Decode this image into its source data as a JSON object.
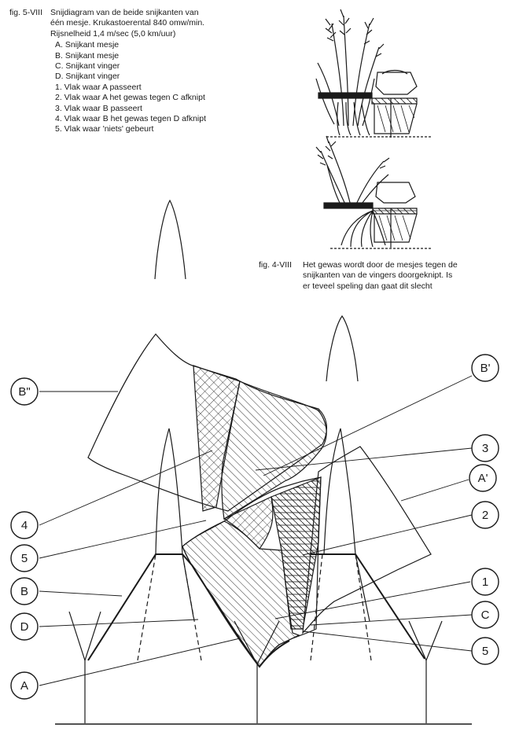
{
  "legend": {
    "figure_number": "fig. 5-VIII",
    "lines": [
      "Snijdiagram van de beide snijkanten van",
      "één mesje. Krukastoerental 840 omw/min.",
      "Rijsnelheid 1,4 m/sec (5,0 km/uur)"
    ],
    "items": [
      "A.  Snijkant mesje",
      "B.  Snijkant mesje",
      "C.  Snijkant vinger",
      "D.  Snijkant vinger",
      "1.  Vlak waar A passeert",
      "2.  Vlak waar A het gewas tegen C afknipt",
      "3.  Vlak waar B passeert",
      "4.  Vlak waar B het gewas tegen D afknipt",
      "5.  Vlak waar 'niets' gebeurt"
    ]
  },
  "caption": {
    "figure_number": "fig. 4-VIII",
    "lines": [
      "Het gewas wordt door de mesjes tegen de",
      "snijkanten van de vingers doorgeknipt. Is",
      "er teveel speling dan gaat dit slecht"
    ]
  },
  "callouts": {
    "B_dd": "B\"",
    "B_prime": "B'",
    "A_prime": "A'",
    "n3": "3",
    "n4": "4",
    "n2": "2",
    "n5_left": "5",
    "B": "B",
    "n1": "1",
    "D": "D",
    "C": "C",
    "n5_right": "5",
    "A": "A"
  }
}
